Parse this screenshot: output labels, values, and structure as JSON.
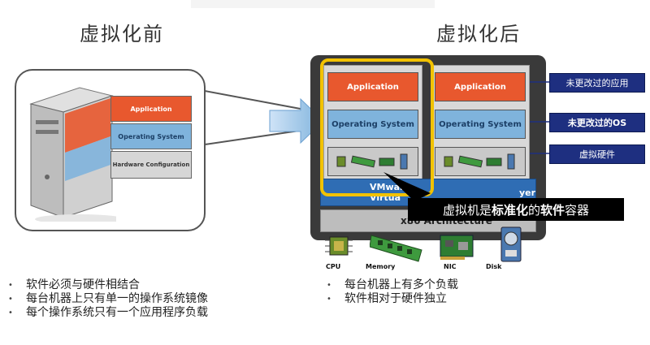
{
  "titles": {
    "before": "虚拟化前",
    "after": "虚拟化后"
  },
  "before_diagram": {
    "layers": [
      "Application",
      "Operating System",
      "Hardware Configuration"
    ]
  },
  "after_diagram": {
    "vm_layers": [
      "Application",
      "Operating System"
    ],
    "virtualization_layer": "VMware Virtualization Layer",
    "virtualization_layer_visible": "VMware Virtua",
    "virtualization_layer_tail": "yer",
    "architecture": "x86 Architecture",
    "tags": [
      "未更改过的应用",
      "未更改过的OS",
      "虚拟硬件"
    ],
    "callout": {
      "prefix": "虚拟机是",
      "bold1": "标准化",
      "mid": "的",
      "bold2": "软件",
      "suffix": "容器"
    },
    "hardware": [
      "CPU",
      "Memory",
      "NIC",
      "Disk"
    ]
  },
  "bullets_left": [
    "软件必须与硬件相结合",
    "每台机器上只有单一的操作系统镜像",
    "每个操作系统只有一个应用程序负载"
  ],
  "bullets_right": [
    "每台机器上有多个负载",
    "软件相对于硬件独立"
  ],
  "colors": {
    "application": "#e8582e",
    "os": "#7fb3dc",
    "tag_bg": "#1e2f80",
    "highlight": "#f2c200",
    "vmware_layer": "#2f6db4"
  }
}
